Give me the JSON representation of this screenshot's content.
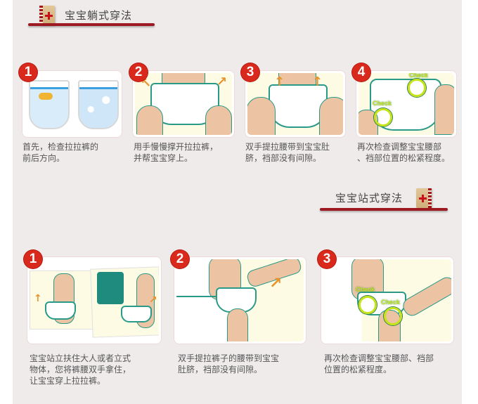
{
  "colors": {
    "panel_bg": "#efebeb",
    "rule_red": "#9d1a22",
    "badge_red": "#d9281c",
    "check_green": "#c8e31a",
    "outline_teal": "#2a9a88",
    "skin": "#ecc3a3"
  },
  "section_lying": {
    "title": "宝宝躺式穿法",
    "icon": "first-aid-kit-icon",
    "steps": [
      {
        "number": "1",
        "caption_line1": "首先，检查拉拉裤的",
        "caption_line2": "前后方向。"
      },
      {
        "number": "2",
        "caption_line1": "用手慢慢撑开拉拉裤，",
        "caption_line2": "并帮宝宝穿上。"
      },
      {
        "number": "3",
        "caption_line1": "双手提拉腰带到宝宝肚",
        "caption_line2": "脐，裆部没有间隙。"
      },
      {
        "number": "4",
        "caption_line1": "再次检查调整宝宝腰部",
        "caption_line2": "、裆部位置的松紧程度。",
        "check_label": "Check"
      }
    ]
  },
  "section_standing": {
    "title": "宝宝站式穿法",
    "icon": "first-aid-kit-icon",
    "steps": [
      {
        "number": "1",
        "caption_line1": "宝宝站立扶住大人或者立式",
        "caption_line2": "物体，您将裤腰双手拿住，",
        "caption_line3": "让宝宝穿上拉拉裤。"
      },
      {
        "number": "2",
        "caption_line1": "双手提拉裤子的腰带到宝宝",
        "caption_line2": "肚脐，裆部没有间隙。"
      },
      {
        "number": "3",
        "caption_line1": "再次检查调整宝宝腰部、裆部",
        "caption_line2": "位置的松紧程度。",
        "check_label": "Check"
      }
    ]
  }
}
